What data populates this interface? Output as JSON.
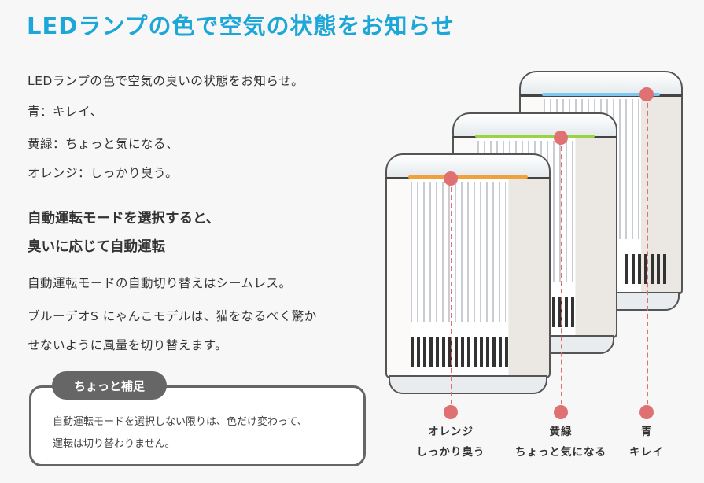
{
  "title": "LEDランプの色で空気の状態をお知らせ",
  "intro": [
    "LEDランプの色で空気の臭いの状態をお知らせ。",
    "青：キレイ、",
    "黄緑：ちょっと気になる、",
    "オレンジ：しっかり臭う。"
  ],
  "heading": [
    "自動運転モードを選択すると、",
    "臭いに応じて自動運転"
  ],
  "body": [
    "自動運転モードの自動切り替えはシームレス。",
    "ブルーデオS にゃんこモデルは、猫をなるべく驚か",
    "せないように風量を切り替えます。"
  ],
  "note": {
    "label": "ちょっと補足",
    "lines": [
      "自動運転モードを選択しない限りは、色だけ変わって、",
      "運転は切り替わりません。"
    ]
  },
  "indicators": [
    {
      "color_name": "オレンジ",
      "meaning": "しっかり臭う",
      "led": "#f0a23a"
    },
    {
      "color_name": "黄緑",
      "meaning": "ちょっと気になる",
      "led": "#9ad443"
    },
    {
      "color_name": "青",
      "meaning": "キレイ",
      "led": "#7cc8ee"
    }
  ],
  "colors": {
    "title": "#1da7d8",
    "marker": "#e07172"
  }
}
